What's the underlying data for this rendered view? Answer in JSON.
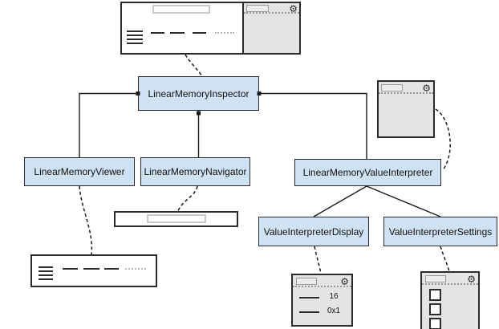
{
  "colors": {
    "node_fill": "#cfe2f3",
    "node_border": "#2b2b2b",
    "panel_fill": "#e4e4e4",
    "canvas": "#ffffff"
  },
  "icons": {
    "gear": "⚙"
  },
  "nodes": {
    "inspector": {
      "label": "LinearMemoryInspector"
    },
    "viewer": {
      "label": "LinearMemoryViewer"
    },
    "navigator": {
      "label": "LinearMemoryNavigator"
    },
    "value_interpreter": {
      "label": "LinearMemoryValueInterpreter"
    },
    "display": {
      "label": "ValueInterpreterDisplay"
    },
    "settings": {
      "label": "ValueInterpreterSettings"
    }
  },
  "display_mockup": {
    "values": [
      "16",
      "0x1"
    ]
  }
}
